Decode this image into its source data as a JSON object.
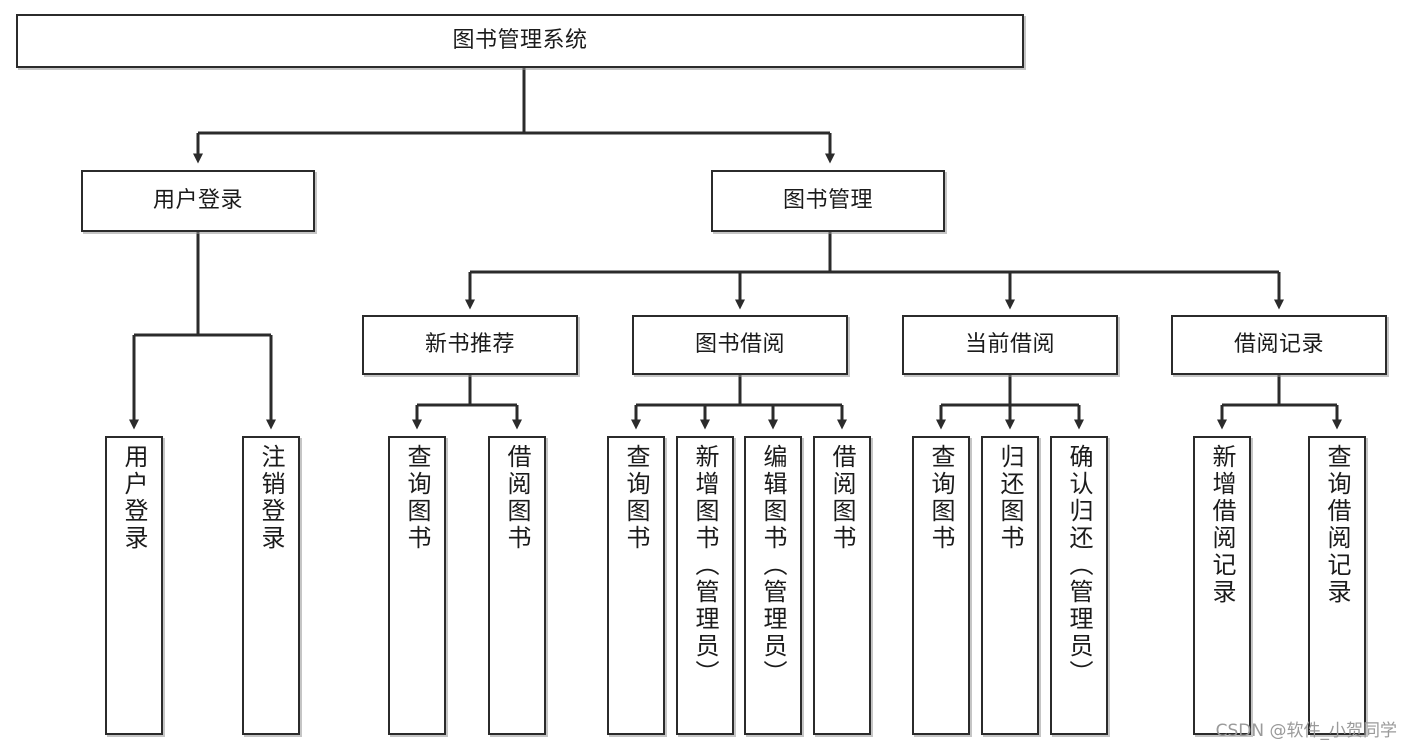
{
  "diagram": {
    "title_text": "图书管理系统",
    "type": "tree-hierarchy-chart",
    "watermark": "CSDN @软件_小贺同学",
    "colors": {
      "box_border": "#2b2b2b",
      "box_fill": "#ffffff",
      "connector": "#2b2b2b",
      "text": "#1b1b1b",
      "watermark": "#9a9a9a",
      "background": "#ffffff"
    },
    "root": {
      "label": "图书管理系统"
    },
    "level2": [
      {
        "label": "用户登录"
      },
      {
        "label": "图书管理"
      }
    ],
    "level3": [
      {
        "label": "新书推荐"
      },
      {
        "label": "图书借阅"
      },
      {
        "label": "当前借阅"
      },
      {
        "label": "借阅记录"
      }
    ],
    "leaves_user_login": [
      {
        "label": "用户登录"
      },
      {
        "label": "注销登录"
      }
    ],
    "leaves_new_book": [
      {
        "label": "查询图书"
      },
      {
        "label": "借阅图书"
      }
    ],
    "leaves_borrow": [
      {
        "label": "查询图书"
      },
      {
        "label": "新增图书（管理员）"
      },
      {
        "label": "编辑图书（管理员）"
      },
      {
        "label": "借阅图书"
      }
    ],
    "leaves_current": [
      {
        "label": "查询图书"
      },
      {
        "label": "归还图书"
      },
      {
        "label": "确认归还（管理员）"
      }
    ],
    "leaves_records": [
      {
        "label": "新增借阅记录"
      },
      {
        "label": "查询借阅记录"
      }
    ]
  }
}
